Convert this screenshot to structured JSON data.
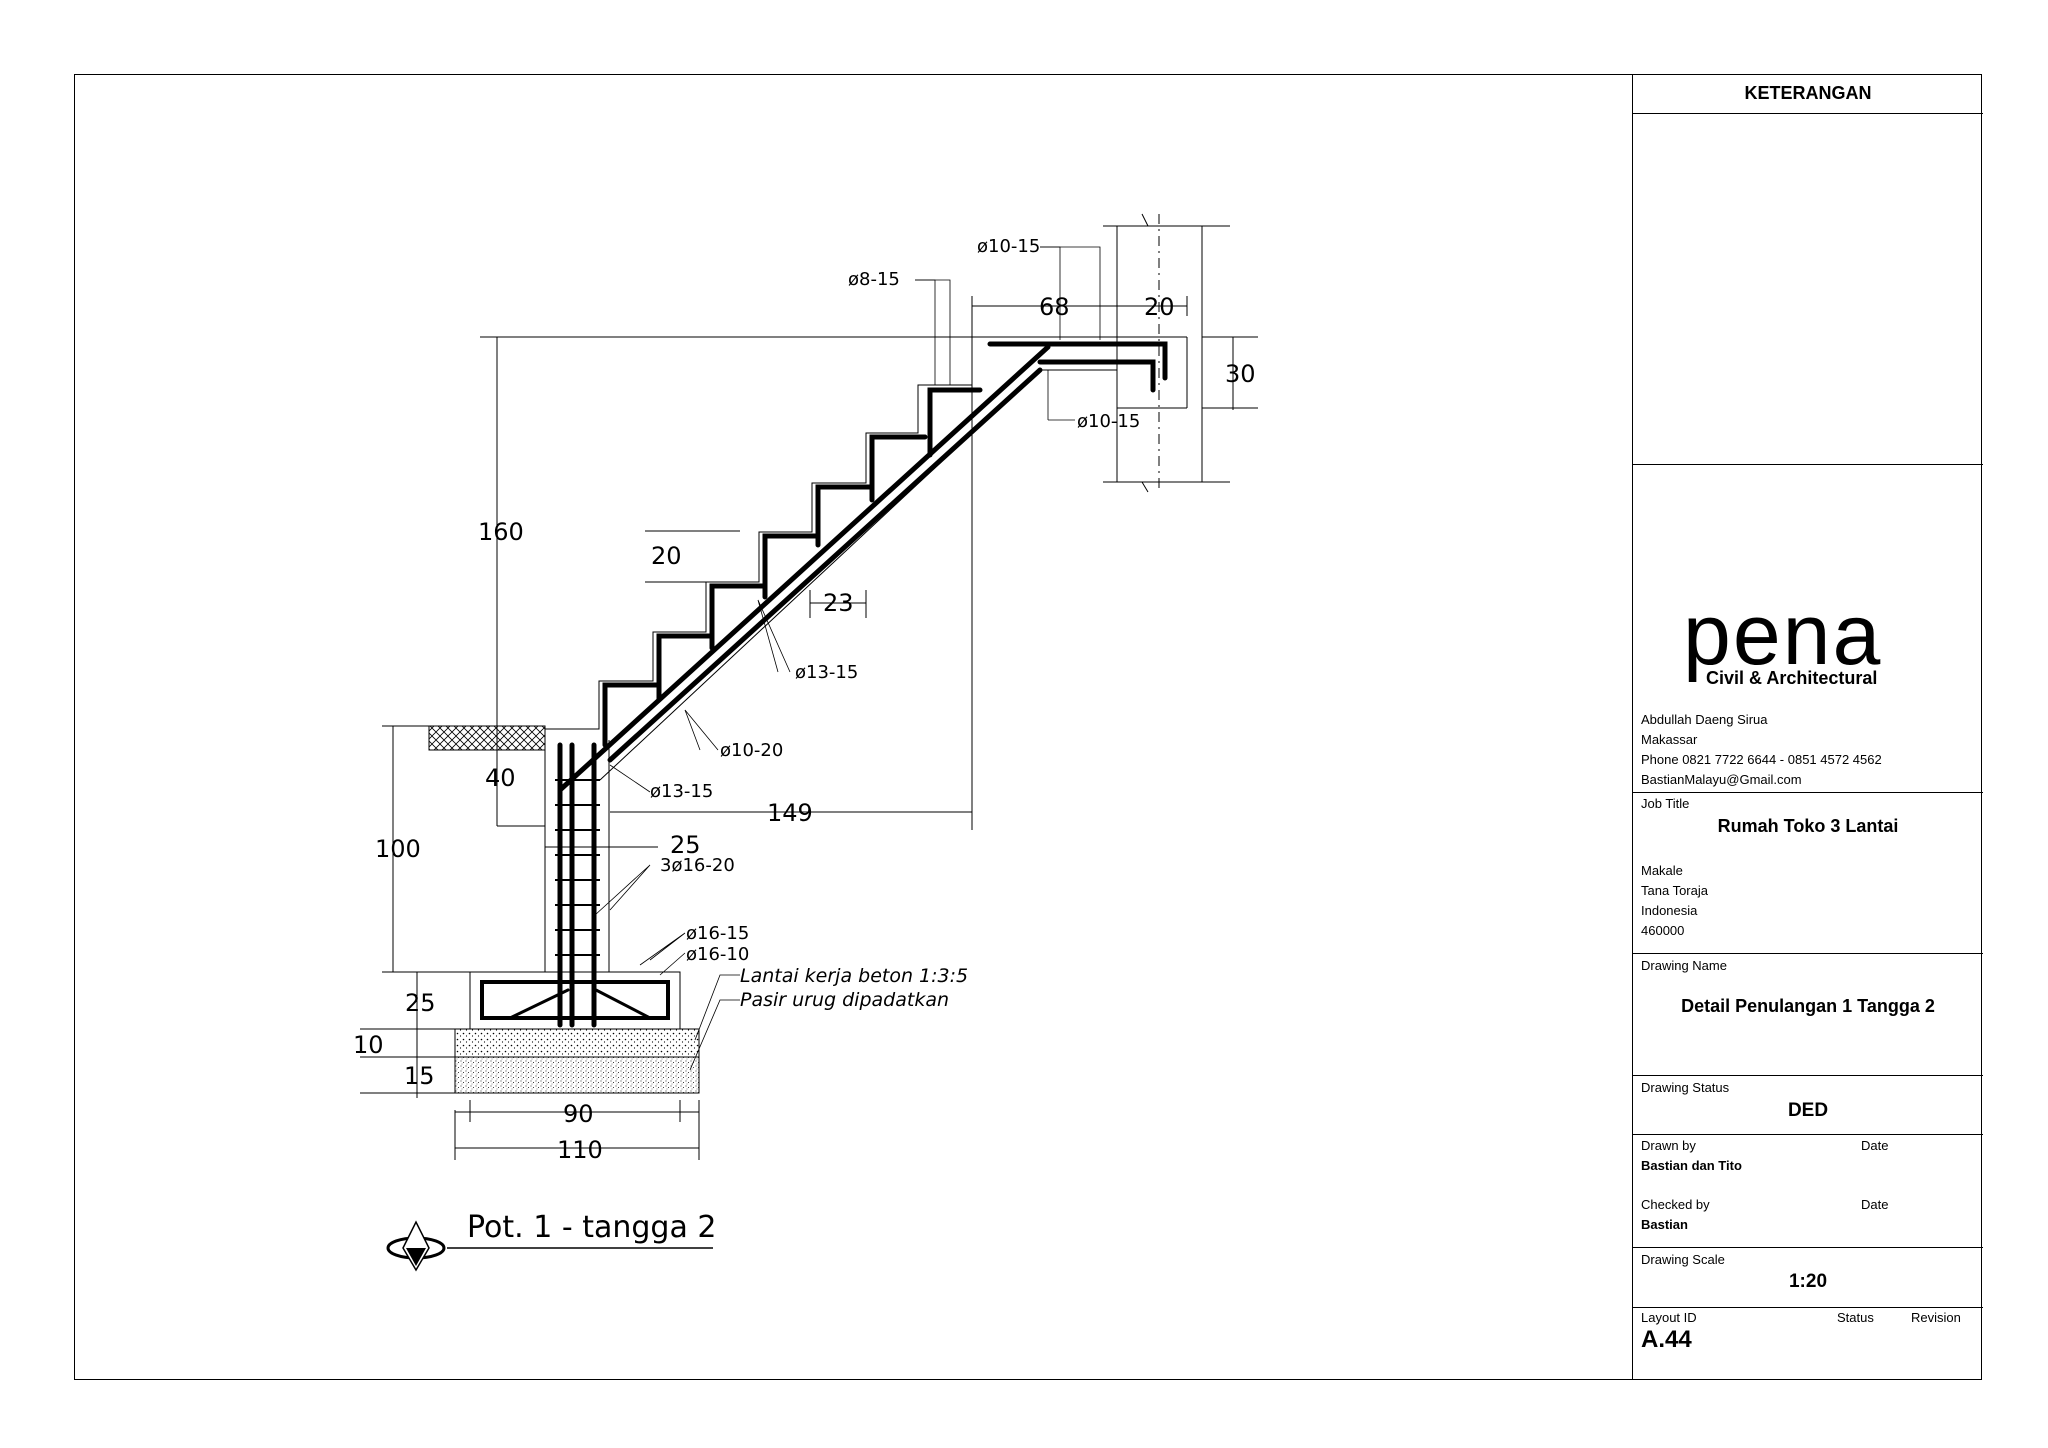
{
  "title_block": {
    "header": "KETERANGAN",
    "logo": {
      "wordmark": "pena",
      "subtitle": "Civil & Architectural"
    },
    "company": {
      "name": "Abdullah Daeng Sirua",
      "city": "Makassar",
      "phone": "Phone 0821 7722 6644 - 0851 4572 4562",
      "email": "BastianMalayu@Gmail.com"
    },
    "job_title_label": "Job Title",
    "job_title": "Rumah Toko 3 Lantai",
    "address": [
      "Makale",
      "Tana Toraja",
      "Indonesia",
      "460000"
    ],
    "drawing_name_label": "Drawing Name",
    "drawing_name": "Detail Penulangan 1 Tangga 2",
    "drawing_status_label": "Drawing Status",
    "drawing_status": "DED",
    "drawn_by_label": "Drawn by",
    "drawn_by": "Bastian dan Tito",
    "date_label_1": "Date",
    "checked_by_label": "Checked by",
    "checked_by": "Bastian",
    "date_label_2": "Date",
    "drawing_scale_label": "Drawing Scale",
    "drawing_scale": "1:20",
    "layout_id_label": "Layout ID",
    "layout_id": "A.44",
    "status_label": "Status",
    "revision_label": "Revision"
  },
  "drawing": {
    "section_title": "Pot. 1 - tangga 2",
    "rebar_labels": {
      "top_main": "ø10-15",
      "top_dist": "ø8-15",
      "landing_bottom": "ø10-15",
      "stair_main": "ø13-15",
      "stair_dist": "ø10-20",
      "beam_top": "ø13-15",
      "column_bars": "3ø16-20",
      "footing_1": "ø16-15",
      "footing_2": "ø16-10"
    },
    "dimensions": {
      "landing_width": "68",
      "wall_width": "20",
      "landing_thickness": "30",
      "total_height": "160",
      "riser": "20",
      "tread": "23",
      "slab_depth": "40",
      "horizontal_run": "149",
      "column_width": "25",
      "column_height": "100",
      "footing_height": "25",
      "lean_concrete": "10",
      "sand_fill": "15",
      "footing_width": "90",
      "base_width": "110"
    },
    "notes": {
      "lean_concrete": "Lantai kerja beton 1:3:5",
      "sand": "Pasir urug dipadatkan"
    }
  }
}
